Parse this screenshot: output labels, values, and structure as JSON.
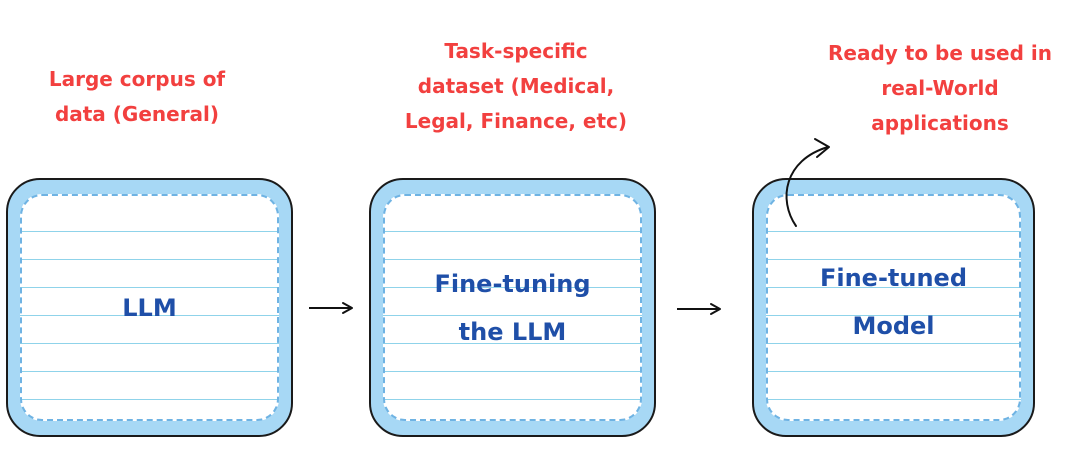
{
  "colors": {
    "caption": "#f2403f",
    "node_text": "#1f4fa8",
    "card_fill": "#a7d8f5",
    "card_border": "#1a1a1a",
    "paper_lines": "#8fd3ea",
    "arrow": "#111111"
  },
  "captions": {
    "input": {
      "line1": "Large corpus of",
      "line2": "data (General)"
    },
    "dataset": {
      "line1": "Task-specific",
      "line2": "dataset (Medical,",
      "line3": "Legal, Finance, etc)"
    },
    "output": {
      "line1": "Ready to be used in",
      "line2": "real-World",
      "line3": "applications"
    }
  },
  "nodes": {
    "llm": {
      "line1": "LLM"
    },
    "fine_tuning": {
      "line1": "Fine-tuning",
      "line2": "the LLM"
    },
    "fine_tuned": {
      "line1": "Fine-tuned",
      "line2": "Model"
    }
  },
  "edges": [
    {
      "from": "llm",
      "to": "fine_tuning"
    },
    {
      "from": "fine_tuning",
      "to": "fine_tuned"
    },
    {
      "from": "fine_tuned",
      "to": "output-caption"
    }
  ]
}
